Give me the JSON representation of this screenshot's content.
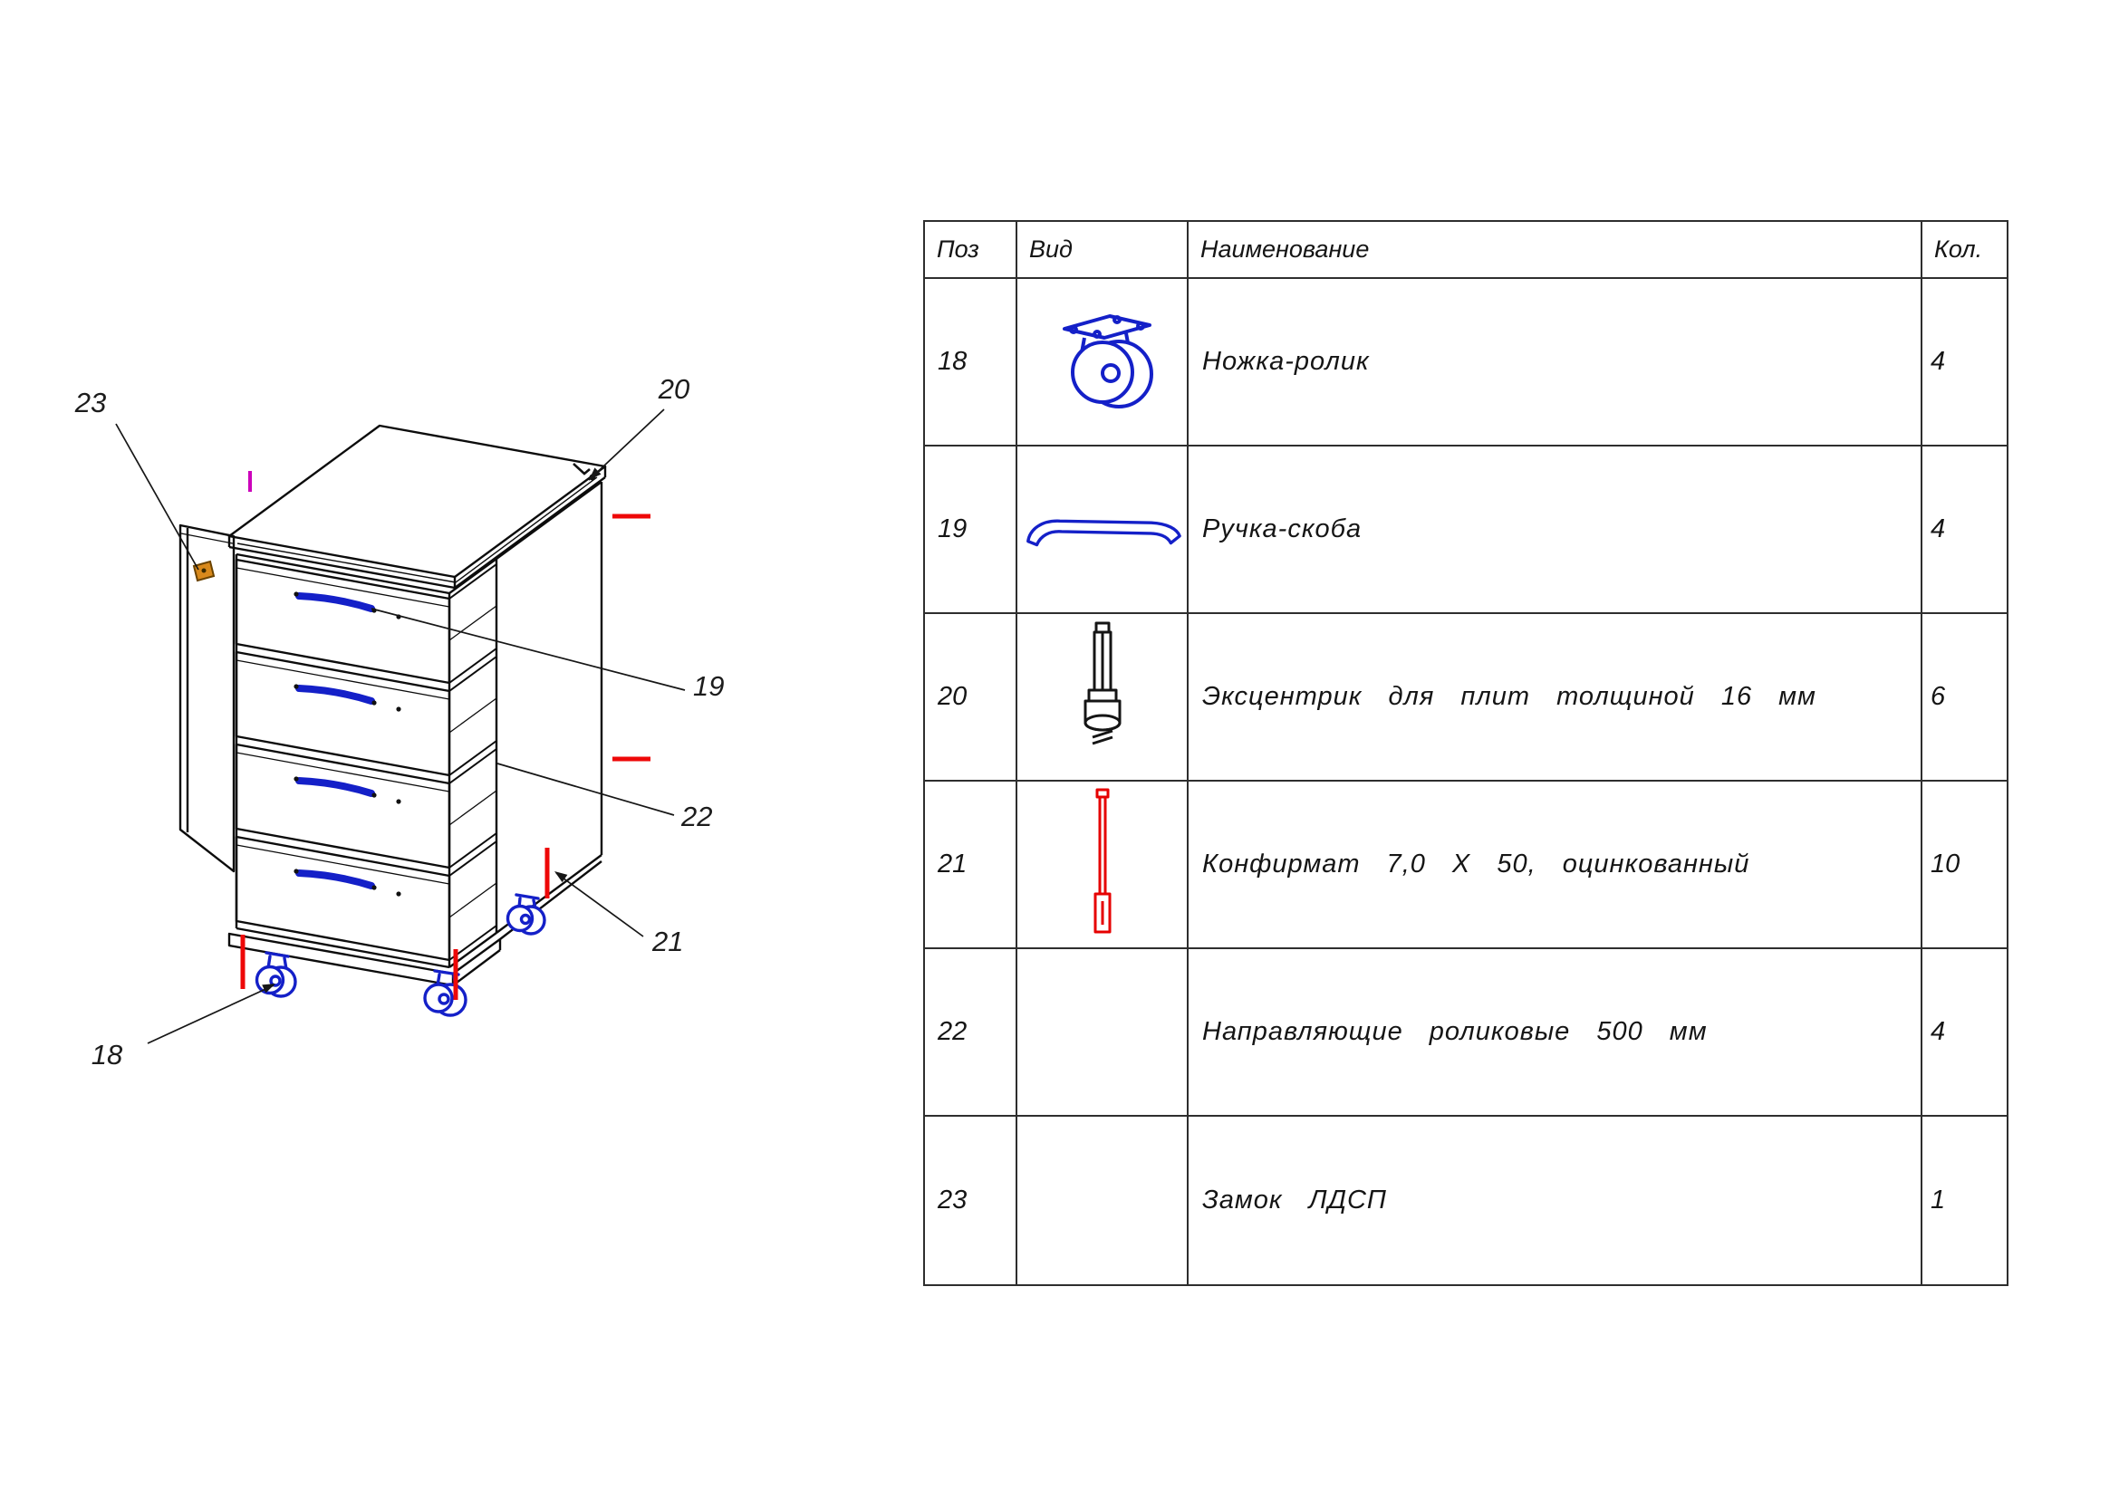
{
  "page": {
    "bg": "#ffffff"
  },
  "diagram": {
    "callouts": {
      "c18": "18",
      "c19": "19",
      "c20": "20",
      "c21": "21",
      "c22": "22",
      "c23": "23"
    }
  },
  "table": {
    "headers": {
      "pos": "Поз",
      "view": "Вид",
      "name": "Наименование",
      "qty": "Кол."
    },
    "rows": [
      {
        "pos": "18",
        "name": "Ножка-ролик",
        "qty": "4"
      },
      {
        "pos": "19",
        "name": "Ручка-скоба",
        "qty": "4"
      },
      {
        "pos": "20",
        "name": "Эксцентрик для плит толщиной 16 мм",
        "qty": "6"
      },
      {
        "pos": "21",
        "name": "Конфирмат 7,0 Х 50, оцинкованный",
        "qty": "10"
      },
      {
        "pos": "22",
        "name": "Направляющие роликовые 500 мм",
        "qty": "4"
      },
      {
        "pos": "23",
        "name": "Замок ЛДСП",
        "qty": "1"
      }
    ]
  },
  "colors": {
    "part_blue": "#1420c8",
    "part_red": "#ee0808",
    "lock_orange": "#d8891c",
    "line_black": "#111111"
  }
}
